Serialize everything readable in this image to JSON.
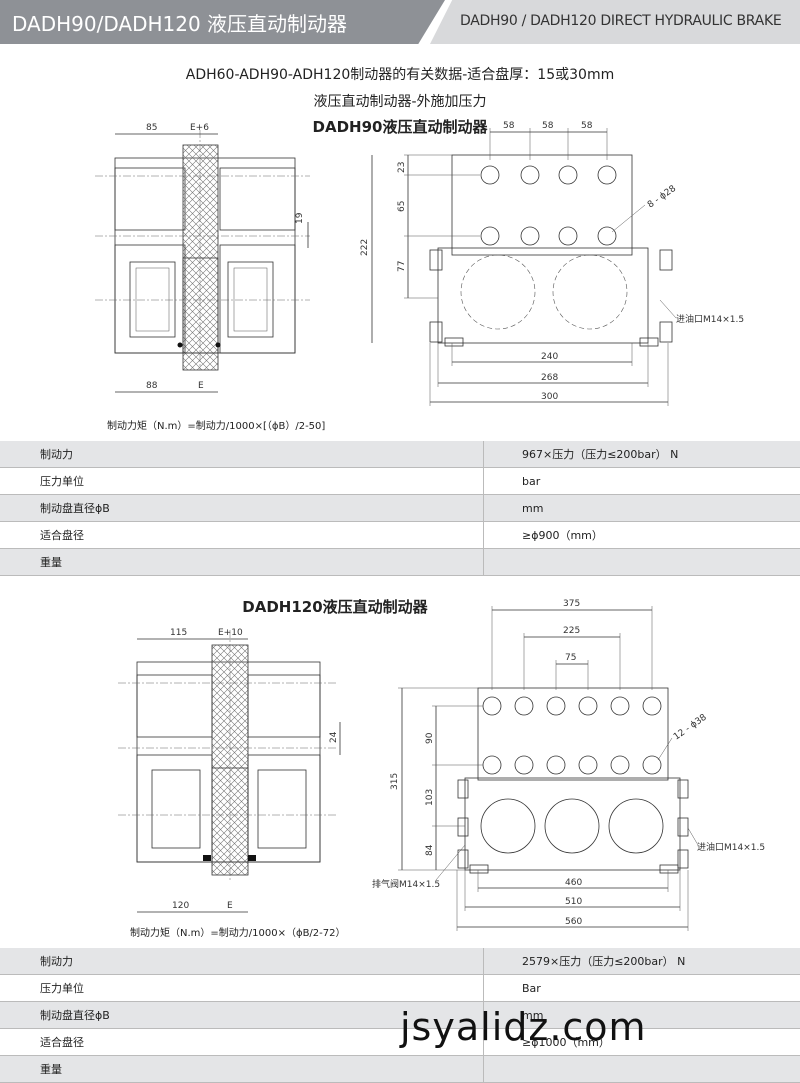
{
  "banner": {
    "left_title": "DADH90/DADH120 液压直动制动器",
    "right_title": "DADH90 / DADH120 DIRECT HYDRAULIC BRAKE"
  },
  "headings": {
    "line1": "ADH60-ADH90-ADH120制动器的有关数据-适合盘厚：15或30mm",
    "line2": "液压直动制动器-外施加压力",
    "dadh90_title": "DADH90液压直动制动器",
    "dadh120_title": "DADH120液压直动制动器"
  },
  "dadh90": {
    "dims": {
      "d85": "85",
      "e6": "E+6",
      "d19": "19",
      "d88": "88",
      "e": "E",
      "d58a": "58",
      "d58b": "58",
      "d58c": "58",
      "d23": "23",
      "d65": "65",
      "d77": "77",
      "d222": "222",
      "holes": "8 - ϕ28",
      "inlet": "进油口M14×1.5",
      "d240": "240",
      "d268": "268",
      "d300": "300"
    },
    "formula": "制动力矩（N.m）=制动力/1000×[（ϕB）/2-50]",
    "specs": [
      {
        "label": "制动力",
        "value": "967×压力（压力≤200bar）  N"
      },
      {
        "label": "压力单位",
        "value": "bar"
      },
      {
        "label": "制动盘直径ϕB",
        "value": "mm"
      },
      {
        "label": "适合盘径",
        "value": "≥ϕ900（mm）"
      },
      {
        "label": "重量",
        "value": ""
      }
    ]
  },
  "dadh120": {
    "dims": {
      "d115": "115",
      "e10": "E+10",
      "d24": "24",
      "d120": "120",
      "e": "E",
      "d375": "375",
      "d225": "225",
      "d75": "75",
      "d90": "90",
      "d103": "103",
      "d84": "84",
      "d315": "315",
      "holes": "12 - ϕ38",
      "inlet": "进油口M14×1.5",
      "vent": "排气阀M14×1.5",
      "d460": "460",
      "d510": "510",
      "d560": "560"
    },
    "formula": "制动力矩（N.m）=制动力/1000×（ϕB/2-72）",
    "specs": [
      {
        "label": "制动力",
        "value": "2579×压力（压力≤200bar）  N"
      },
      {
        "label": "压力单位",
        "value": "Bar"
      },
      {
        "label": "制动盘直径ϕB",
        "value": "mm"
      },
      {
        "label": "适合盘径",
        "value": "≥ϕ1000（mm）"
      },
      {
        "label": "重量",
        "value": ""
      }
    ]
  },
  "watermark": "jsyalidz.com"
}
